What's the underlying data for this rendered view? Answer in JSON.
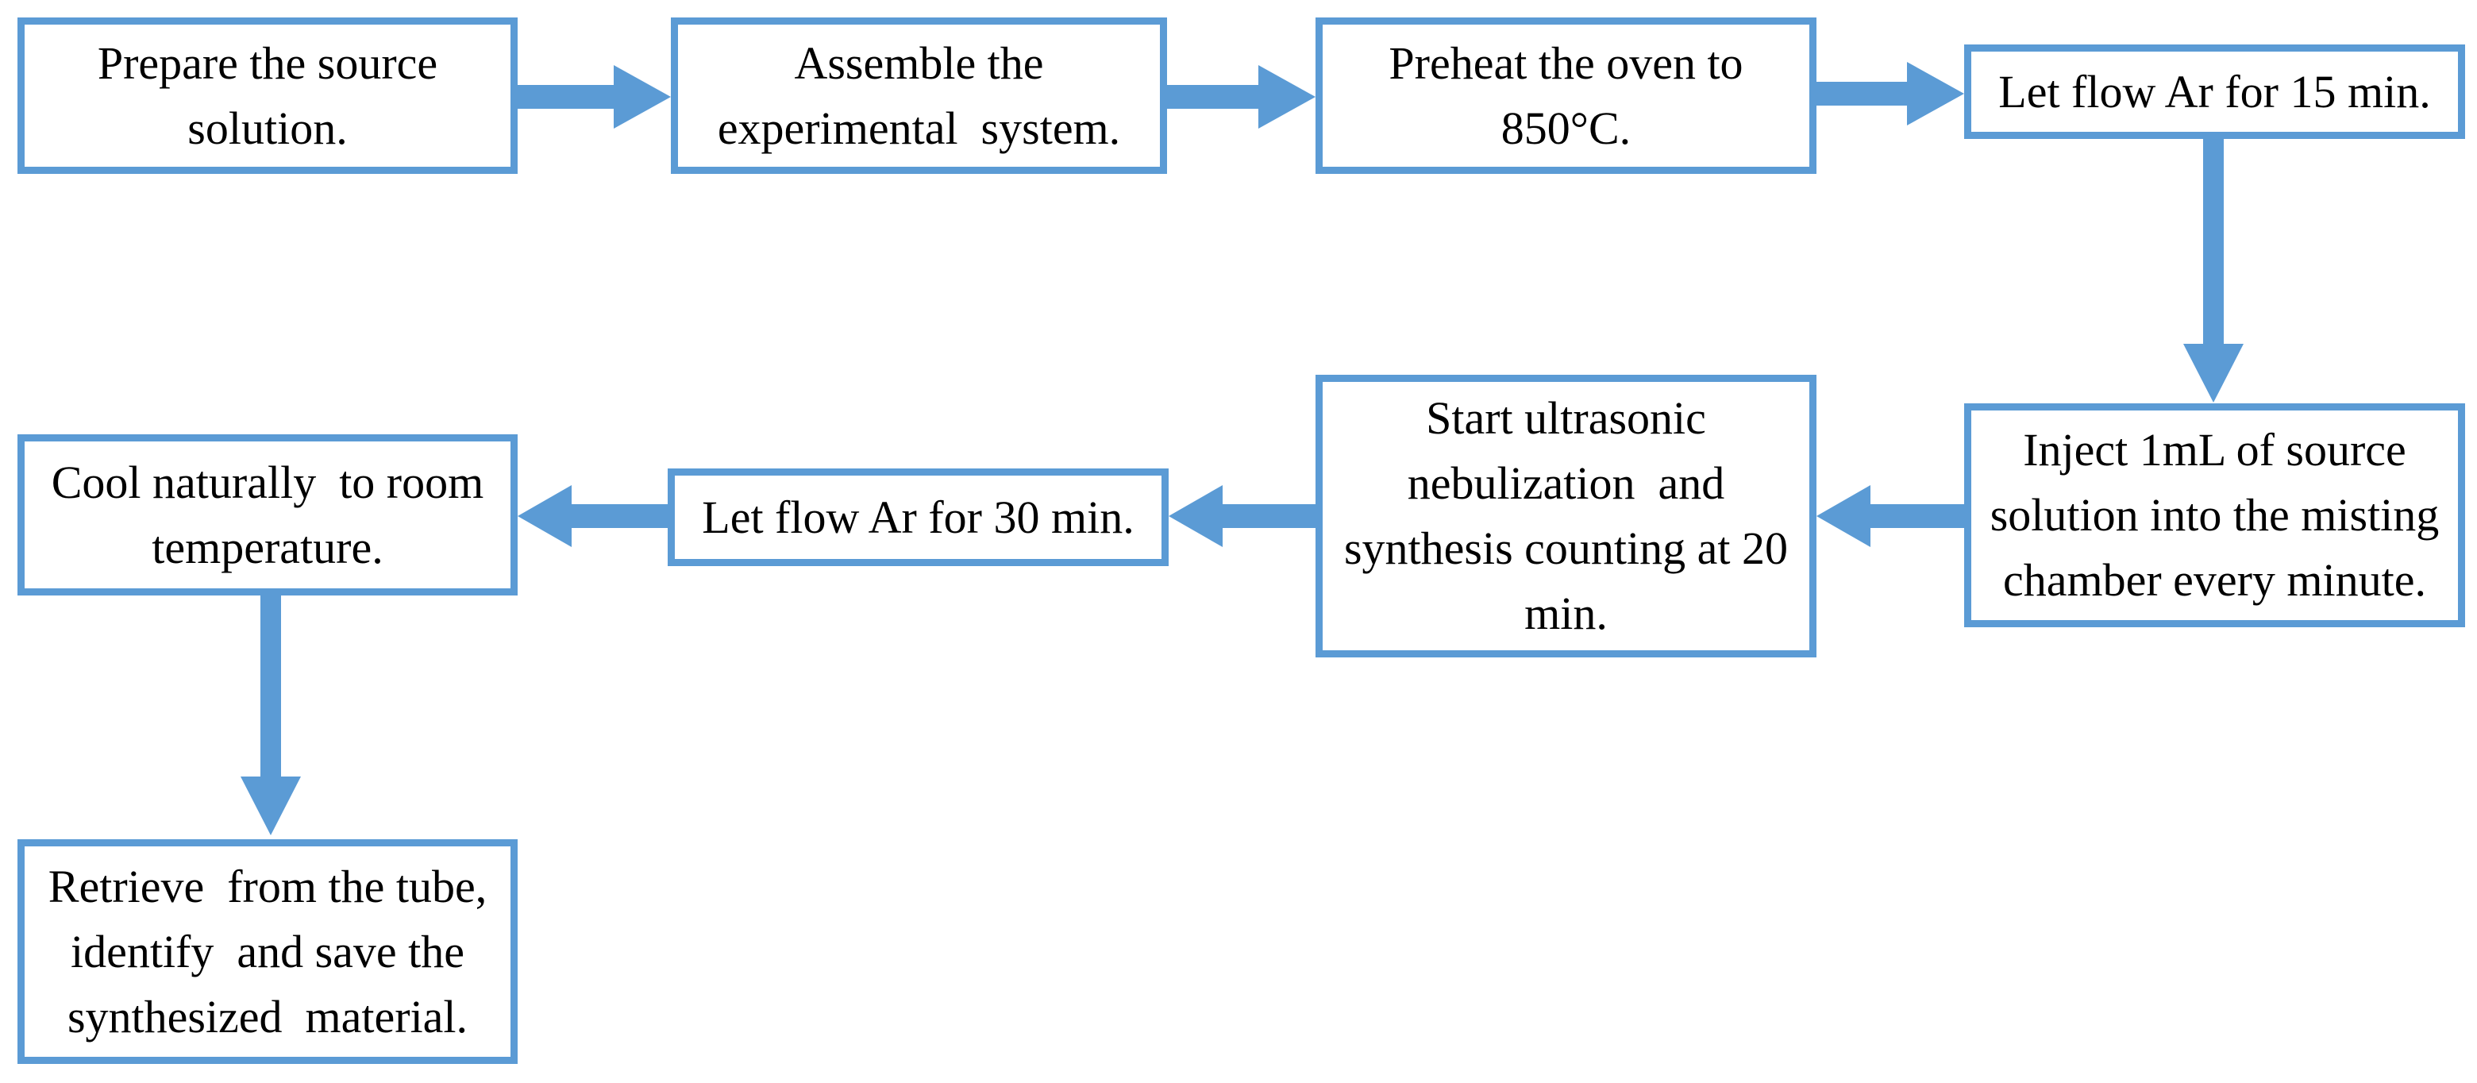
{
  "style": {
    "accent": "#5B9BD5",
    "box_fill": "#FFFFFF",
    "text_color": "#000000"
  },
  "flowchart": {
    "steps": [
      {
        "id": "prepare",
        "text": "Prepare the source solution.",
        "lines": [
          "Prepare the source",
          "solution."
        ]
      },
      {
        "id": "assemble",
        "text": "Assemble the experimental system.",
        "lines": [
          "Assemble the",
          "experimental  system."
        ]
      },
      {
        "id": "preheat",
        "text": "Preheat the oven to 850°C.",
        "lines": [
          "Preheat the oven to",
          "850°C."
        ]
      },
      {
        "id": "ar15",
        "text": "Let flow Ar for 15 min.",
        "lines": [
          "Let flow Ar for 15 min."
        ]
      },
      {
        "id": "inject",
        "text": "Inject 1mL of source solution into the misting chamber every minute.",
        "lines": [
          "Inject 1mL of source",
          "solution into the misting",
          "chamber every minute."
        ]
      },
      {
        "id": "ultrasonic",
        "text": "Start ultrasonic nebulization and synthesis counting at 20 min.",
        "lines": [
          "Start ultrasonic",
          "nebulization  and",
          "synthesis counting at 20",
          "min."
        ]
      },
      {
        "id": "ar30",
        "text": "Let flow Ar for 30 min.",
        "lines": [
          "Let flow Ar for 30 min."
        ]
      },
      {
        "id": "cool",
        "text": "Cool naturally to room temperature.",
        "lines": [
          "Cool naturally  to room",
          "temperature."
        ]
      },
      {
        "id": "retrieve",
        "text": "Retrieve from the tube, identify and save the synthesized material.",
        "lines": [
          "Retrieve  from the tube,",
          "identify  and save the",
          "synthesized  material."
        ]
      }
    ],
    "connectors": [
      {
        "from": "prepare",
        "to": "assemble",
        "direction": "right"
      },
      {
        "from": "assemble",
        "to": "preheat",
        "direction": "right"
      },
      {
        "from": "preheat",
        "to": "ar15",
        "direction": "right"
      },
      {
        "from": "ar15",
        "to": "inject",
        "direction": "down"
      },
      {
        "from": "inject",
        "to": "ultrasonic",
        "direction": "left"
      },
      {
        "from": "ultrasonic",
        "to": "ar30",
        "direction": "left"
      },
      {
        "from": "ar30",
        "to": "cool",
        "direction": "left"
      },
      {
        "from": "cool",
        "to": "retrieve",
        "direction": "down"
      }
    ]
  }
}
